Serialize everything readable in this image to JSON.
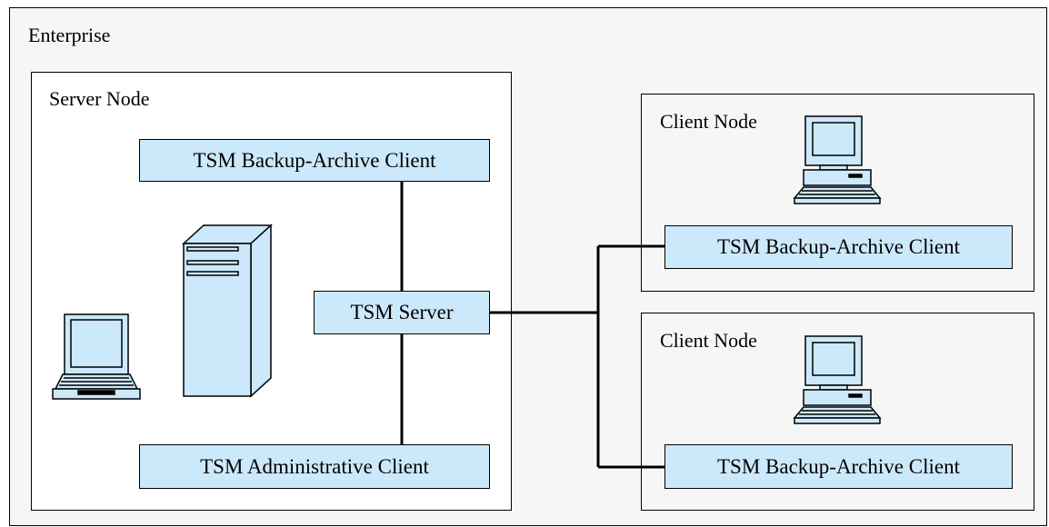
{
  "enterprise": {
    "label": "Enterprise"
  },
  "server_node": {
    "label": "Server Node",
    "components": {
      "backup_client": "TSM Backup-Archive Client",
      "server": "TSM Server",
      "admin_client": "TSM Administrative Client"
    },
    "icons": [
      "server-tower-icon",
      "laptop-icon"
    ]
  },
  "client_nodes": [
    {
      "label": "Client Node",
      "component": "TSM Backup-Archive Client",
      "icon": "desktop-computer-icon"
    },
    {
      "label": "Client Node",
      "component": "TSM Backup-Archive Client",
      "icon": "desktop-computer-icon"
    }
  ],
  "colors": {
    "component_fill": "#cce9fb",
    "enterprise_fill": "#f6f6f6",
    "server_node_fill": "#ffffff",
    "line": "#000000"
  }
}
